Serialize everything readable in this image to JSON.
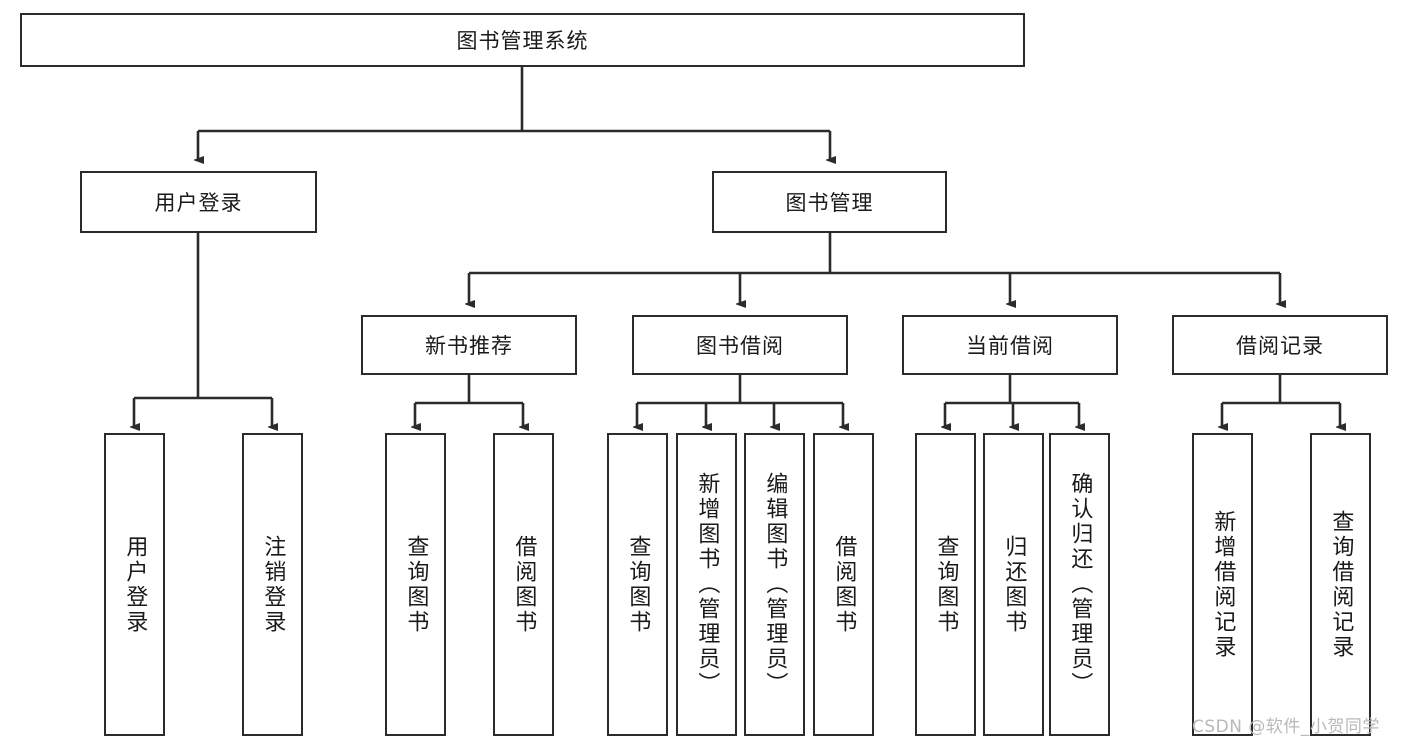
{
  "diagram": {
    "title": "图书管理系统",
    "type": "hierarchy-tree",
    "root": {
      "label": "图书管理系统"
    },
    "level2": [
      {
        "label": "用户登录"
      },
      {
        "label": "图书管理"
      }
    ],
    "level3": [
      {
        "label": "新书推荐"
      },
      {
        "label": "图书借阅"
      },
      {
        "label": "当前借阅"
      },
      {
        "label": "借阅记录"
      }
    ],
    "leaves": {
      "user_login": [
        {
          "label": "用户登录"
        },
        {
          "label": "注销登录"
        }
      ],
      "new_book_recommend": [
        {
          "label": "查询图书"
        },
        {
          "label": "借阅图书"
        }
      ],
      "book_borrow": [
        {
          "label": "查询图书"
        },
        {
          "label": "新增图书（管理员）"
        },
        {
          "label": "编辑图书（管理员）"
        },
        {
          "label": "借阅图书"
        }
      ],
      "current_borrow": [
        {
          "label": "查询图书"
        },
        {
          "label": "归还图书"
        },
        {
          "label": "确认归还（管理员）"
        }
      ],
      "borrow_record": [
        {
          "label": "新增借阅记录"
        },
        {
          "label": "查询借阅记录"
        }
      ]
    }
  },
  "watermark": {
    "text": "CSDN @软件_小贺同学"
  },
  "colors": {
    "stroke": "#2b2b2b",
    "background": "#ffffff",
    "text": "#1a1a1a",
    "watermark": "#b9b9b9"
  }
}
